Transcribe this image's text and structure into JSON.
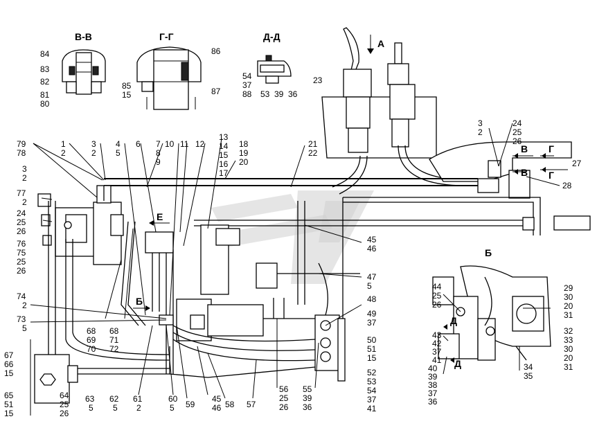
{
  "sections": {
    "vv": "В-В",
    "gg": "Г-Г",
    "dd": "Д-Д",
    "b": "Б",
    "view_a": "А",
    "arrow_e": "Е",
    "arrow_b": "Б",
    "cut_v1": "В",
    "cut_g1": "Г",
    "cut_v2": "В",
    "cut_g2": "Г",
    "cut_d1": "Д",
    "cut_d2": "Д"
  },
  "callouts": {
    "c84": "84",
    "c83": "83",
    "c82": "82",
    "c81": "81",
    "c80": "80",
    "c86": "86",
    "c85": "85",
    "c15a": "15",
    "c87": "87",
    "c54a": "54",
    "c37a": "37",
    "c88": "88",
    "c53a": "53",
    "c39a": "39",
    "c36a": "36",
    "c23": "23",
    "c79": "79",
    "c78": "78",
    "c1": "1",
    "c2a": "2",
    "c3a": "3",
    "c2b": "2",
    "c4": "4",
    "c5a": "5",
    "c6": "6",
    "c7": "7",
    "c8": "8",
    "c9": "9",
    "c10": "10",
    "c11": "11",
    "c12": "12",
    "c13": "13",
    "c14": "14",
    "c15b": "15",
    "c16": "16",
    "c17": "17",
    "c18": "18",
    "c19": "19",
    "c20a": "20",
    "c21": "21",
    "c22": "22",
    "c3b": "3",
    "c2c": "2",
    "c24a": "24",
    "c25a": "25",
    "c26a": "26",
    "c27": "27",
    "c28": "28",
    "c3c": "3",
    "c2d": "2",
    "c77": "77",
    "c2e": "2",
    "c24b": "24",
    "c25b": "25",
    "c26b": "26",
    "c76": "76",
    "c75": "75",
    "c25c": "25",
    "c26c": "26",
    "c45a": "45",
    "c46a": "46",
    "c47": "47",
    "c5b": "5",
    "c74": "74",
    "c2f": "2",
    "c73": "73",
    "c5c": "5",
    "c48": "48",
    "c49": "49",
    "c37b": "37",
    "c50": "50",
    "c51a": "51",
    "c15c": "15",
    "c52": "52",
    "c53b": "53",
    "c54b": "54",
    "c37c": "37",
    "c41a": "41",
    "c68a": "68",
    "c69": "69",
    "c70": "70",
    "c68b": "68",
    "c71": "71",
    "c72": "72",
    "c67": "67",
    "c66": "66",
    "c15d": "15",
    "c65": "65",
    "c51b": "51",
    "c15e": "15",
    "c64": "64",
    "c25d": "25",
    "c26d": "26",
    "c63": "63",
    "c5d": "5",
    "c62": "62",
    "c5e": "5",
    "c61": "61",
    "c2g": "2",
    "c60": "60",
    "c5f": "5",
    "c59": "59",
    "c45b": "45",
    "c46b": "46",
    "c58": "58",
    "c57": "57",
    "c56": "56",
    "c25e": "25",
    "c26e": "26",
    "c55": "55",
    "c39b": "39",
    "c36b": "36",
    "c44": "44",
    "c25f": "25",
    "c26f": "26",
    "c43": "43",
    "c42": "42",
    "c37d": "37",
    "c41b": "41",
    "c40": "40",
    "c39c": "39",
    "c38": "38",
    "c37e": "37",
    "c36c": "36",
    "c29": "29",
    "c30a": "30",
    "c20b": "20",
    "c31a": "31",
    "c32": "32",
    "c33": "33",
    "c30b": "30",
    "c20c": "20",
    "c31b": "31",
    "c34": "34",
    "c35": "35"
  }
}
